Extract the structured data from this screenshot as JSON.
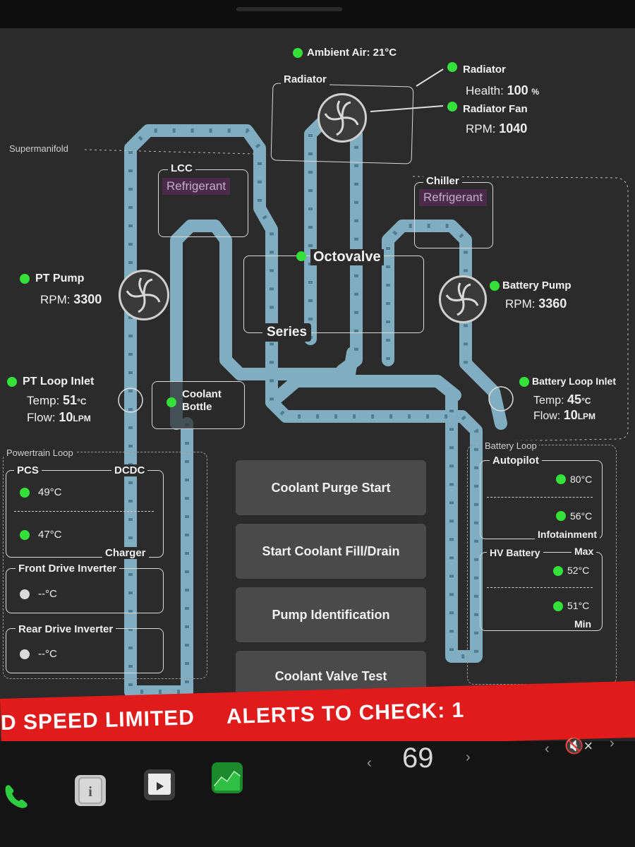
{
  "ambient": {
    "label": "Ambient Air: 21°C"
  },
  "radiator": {
    "box_label": "Radiator",
    "health_title": "Radiator",
    "health_label": "Health:",
    "health_value": "100",
    "health_unit": "%",
    "fan_title": "Radiator Fan",
    "fan_label": "RPM:",
    "fan_value": "1040"
  },
  "supermanifold": {
    "label": "Supermanifold"
  },
  "lcc": {
    "title": "LCC",
    "refrigerant": "Refrigerant"
  },
  "chiller": {
    "title": "Chiller",
    "refrigerant": "Refrigerant"
  },
  "octovalve": {
    "label": "Octovalve",
    "mode": "Series"
  },
  "pt_pump": {
    "title": "PT Pump",
    "rpm_label": "RPM:",
    "rpm_value": "3300"
  },
  "battery_pump": {
    "title": "Battery Pump",
    "rpm_label": "RPM:",
    "rpm_value": "3360"
  },
  "pt_inlet": {
    "title": "PT Loop Inlet",
    "temp_label": "Temp:",
    "temp_value": "51",
    "temp_unit": "°C",
    "flow_label": "Flow:",
    "flow_value": "10",
    "flow_unit": "LPM"
  },
  "battery_inlet": {
    "title": "Battery Loop Inlet",
    "temp_label": "Temp:",
    "temp_value": "45",
    "temp_unit": "°C",
    "flow_label": "Flow:",
    "flow_value": "10",
    "flow_unit": "LPM"
  },
  "coolant_bottle": {
    "line1": "Coolant",
    "line2": "Bottle"
  },
  "powertrain": {
    "section": "Powertrain Loop",
    "pcs": "PCS",
    "dcdc": "DCDC",
    "charger": "Charger",
    "pcs_temp": "49°C",
    "charger_temp": "47°C",
    "front_inverter": "Front Drive Inverter",
    "front_temp": "--°C",
    "rear_inverter": "Rear Drive Inverter",
    "rear_temp": "--°C"
  },
  "battery_loop": {
    "section": "Battery Loop",
    "autopilot": "Autopilot",
    "infotainment": "Infotainment",
    "autopilot_temp": "80°C",
    "infotainment_temp": "56°C",
    "hv_battery": "HV Battery",
    "max": "Max",
    "min": "Min",
    "max_temp": "52°C",
    "min_temp": "51°C"
  },
  "buttons": {
    "purge": "Coolant Purge Start",
    "fill": "Start Coolant Fill/Drain",
    "pump_id": "Pump Identification",
    "valve_test": "Coolant Valve Test"
  },
  "alerts": {
    "speed": "D  SPEED LIMITED",
    "check": "ALERTS TO CHECK: 1"
  },
  "bottom": {
    "temp_value": "69",
    "left_arrow": "‹",
    "right_arrow": "›",
    "mute": "🔇×"
  },
  "colors": {
    "status_on": "#35e03a",
    "pipe": "#8fc4db",
    "alert": "#e01b1b",
    "refrigerant": "#4a2c4a"
  }
}
